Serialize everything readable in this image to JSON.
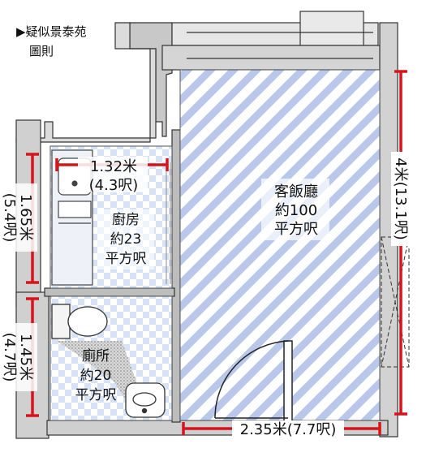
{
  "caption": {
    "line1": "▶疑似景泰苑",
    "line2": "圖則"
  },
  "rooms": {
    "living": {
      "name": "客飯廳",
      "area": "約100",
      "unit": "平方呎"
    },
    "kitchen": {
      "name": "廚房",
      "area": "約23",
      "unit": "平方呎"
    },
    "toilet": {
      "name": "廁所",
      "area": "約20",
      "unit": "平方呎"
    }
  },
  "dimensions": {
    "kitchen_width": {
      "m": "1.32米",
      "ft": "(4.3呎)"
    },
    "kitchen_depth": {
      "m": "1.65米",
      "ft": "(5.4呎)"
    },
    "toilet_depth": {
      "m": "1.45米",
      "ft": "(4.7呎)"
    },
    "living_depth": {
      "full": "4米(13.1呎)"
    },
    "living_width": {
      "full": "2.35米(7.7呎)"
    }
  },
  "colors": {
    "dimension_red": "#d4161c",
    "hatch_blue": "#b9c8ea",
    "checker_blue": "#d7e2f4",
    "wall_gray": "#c8c8c8"
  }
}
